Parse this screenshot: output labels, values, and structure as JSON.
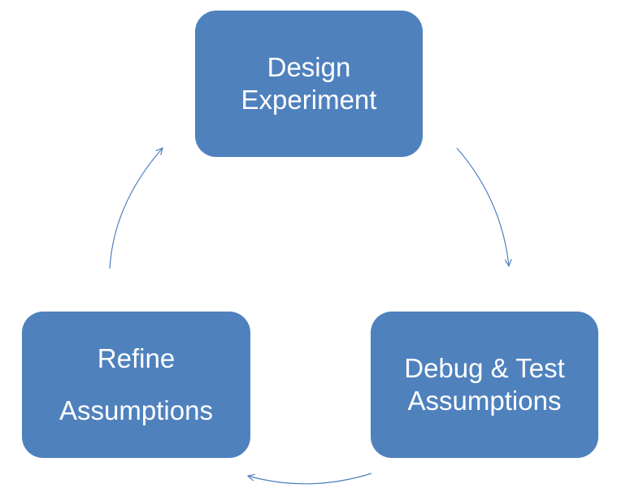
{
  "diagram": {
    "type": "cycle",
    "colors": {
      "node_fill": "#4f81bd",
      "node_text": "#ffffff",
      "arrow": "#4f81bd"
    },
    "nodes": [
      {
        "id": "design",
        "lines": [
          "Design",
          "Experiment"
        ]
      },
      {
        "id": "debug",
        "lines": [
          "Debug & Test",
          "Assumptions"
        ]
      },
      {
        "id": "refine",
        "lines": [
          "Refine",
          "Assumptions"
        ]
      }
    ],
    "edges": [
      {
        "from": "design",
        "to": "debug"
      },
      {
        "from": "debug",
        "to": "refine"
      },
      {
        "from": "refine",
        "to": "design"
      }
    ]
  }
}
